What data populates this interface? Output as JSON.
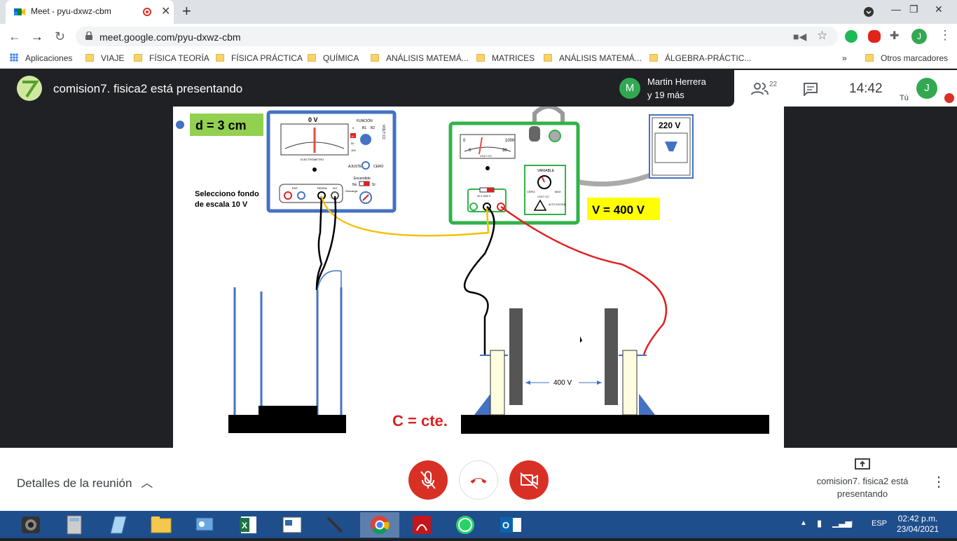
{
  "browser": {
    "tab_title": "Meet - pyu-dxwz-cbm",
    "url": "meet.google.com/pyu-dxwz-cbm",
    "bookmarks": [
      "Aplicaciones",
      "VIAJE",
      "FÍSICA TEORÍA",
      "FÍSICA PRÁCTICA",
      "QUÍMICA",
      "ANÁLISIS MATEMÁ...",
      "MATRICES",
      "ANÁLISIS MATEMÁ...",
      "ÁLGEBRA-PRÁCTIC...",
      "Otros marcadores"
    ]
  },
  "meet": {
    "presenting_title": "comision7. fisica2 está presentando",
    "participant_name": "Martin Herrera",
    "participant_more": "y 19 más",
    "participant_initial": "M",
    "participants_count": "22",
    "time": "14:42",
    "self_initial": "J",
    "self_label": "Tú",
    "details_label": "Detalles de la reunión",
    "presenting_bottom": "comision7. fisica2 está presentando"
  },
  "slide": {
    "distance": "d = 3 cm",
    "note_line1": "Selecciono fondo",
    "note_line2": "de escala 10 V",
    "electrometer_reading": "0 V",
    "electrometer_label": "ELECTRÓMETRO",
    "funcion": "FUNCIÓN",
    "volt_cc_vertical": "VOLT CC",
    "scale_10": "10",
    "scale_b1": "B1",
    "scale_b2": "B2",
    "scale_5": "5",
    "scale_50": "50",
    "scale_100": "100",
    "ajuste": "AJUSTE",
    "cero": "CERO",
    "encendido": "Encendido",
    "no": "No",
    "si": "Sí",
    "ent": "ENT",
    "tierra": "TIERRA",
    "int": "INT",
    "descarga": "Descarga",
    "source_max": "1000",
    "source_zero": "0",
    "source_mid": "30",
    "source_volt_cc": "VOLT CC",
    "variable": "VARIABLE",
    "cero_src": "CERO",
    "max": "MAX",
    "volt_cc_src": "VOLT CC",
    "alto_voltaje": "ALTO VOLTAJE",
    "source_range": "30 V   1000 V",
    "voltage_display": "V = 400 V",
    "outlet": "220 V",
    "plates_voltage": "400 V",
    "capacitance": "C = cte."
  },
  "taskbar": {
    "lang": "ESP",
    "time": "02:42 p.m.",
    "date": "23/04/2021"
  }
}
